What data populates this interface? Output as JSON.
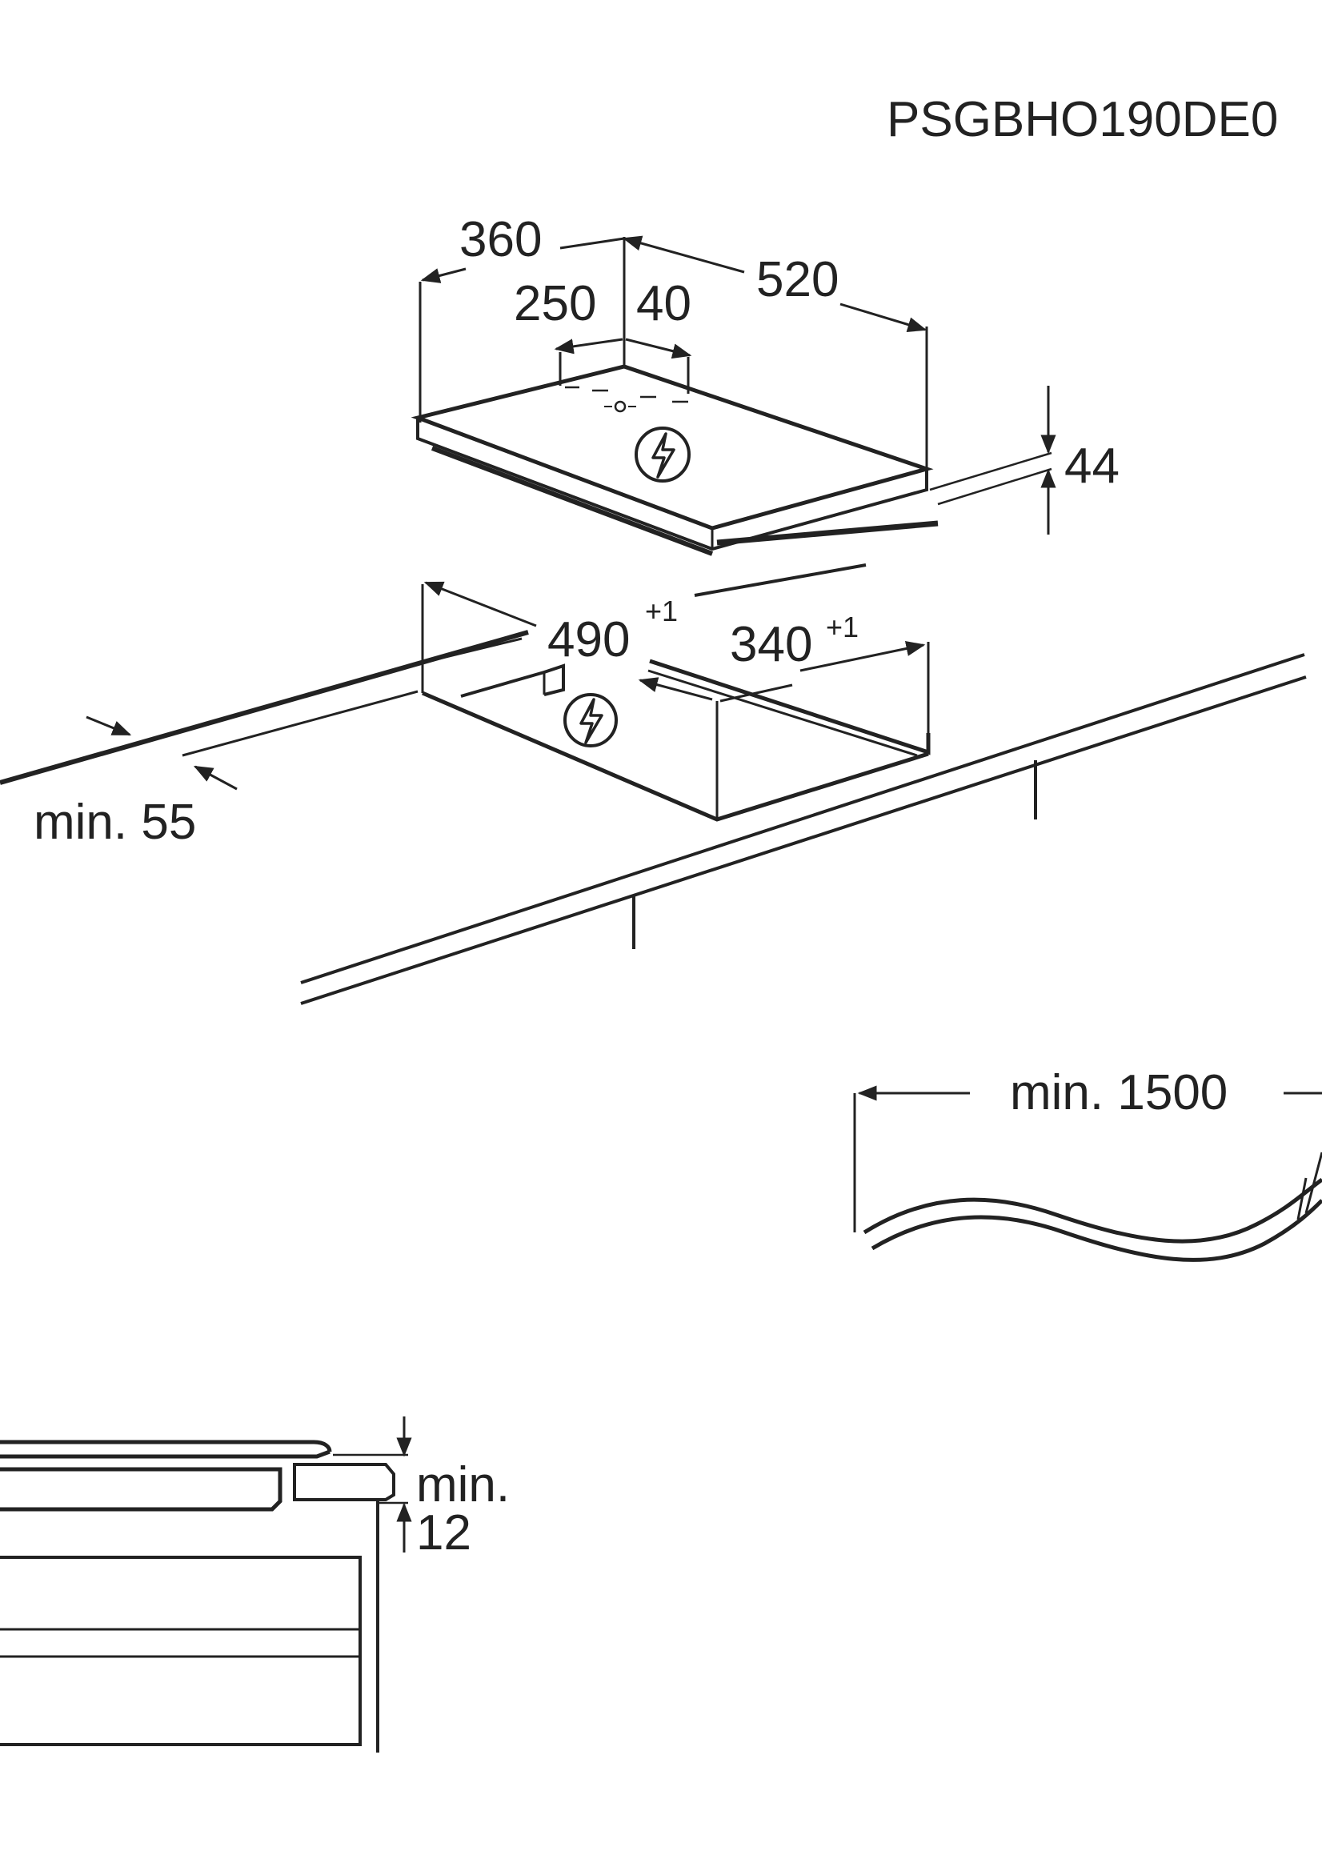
{
  "doc": {
    "code": "PSGBHO190DE0"
  },
  "dimensions": {
    "hob_depth": "360",
    "hob_width": "520",
    "hob_offset_left": "250",
    "hob_offset_right": "40",
    "hob_height": "44",
    "cutout_width": "490",
    "cutout_width_tol": "+1",
    "cutout_depth": "340",
    "cutout_depth_tol": "+1",
    "min_edge": "min. 55",
    "min_cable": "min. 1500",
    "min_gap_label": "min.",
    "min_gap_value": "12"
  },
  "icons": [
    "electric-hazard-icon",
    "electric-hazard-icon"
  ],
  "colors": {
    "line": "#222222",
    "background": "#ffffff"
  }
}
